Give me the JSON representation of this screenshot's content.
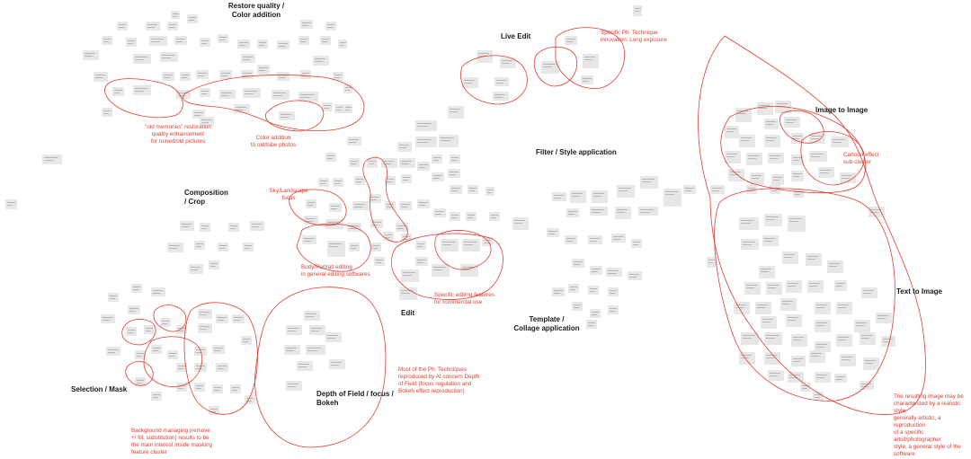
{
  "palette": {
    "note": "#e7e7e7",
    "annotation": "#e63b2e",
    "label": "#1a1a1a",
    "background": "#ffffff"
  },
  "clusters": {
    "restore_quality": "Restore quality /\nColor addition",
    "live_edit": "Live Edit",
    "image_to_image": "Image to Image",
    "filter_style": "Filter / Style application",
    "composition_crop": "Composition\n/ Crop",
    "edit": "Edit",
    "template_collage": "Template /\nCollage application",
    "text_to_image": "Text to Image",
    "selection_mask": "Selection / Mask",
    "depth_of_field": "Depth of Field / focus /\nBokeh"
  },
  "annotations": {
    "long_exposure": "Specific Ph. Technique\ninnovation: Long exposure",
    "old_memories": "\"old memories\" restoration\nquality enhancement\nfor ruined/old pictures",
    "color_addition": "Color addition\nto old/b&w photos",
    "cartoon_effect": "Cartoon effect\nsub-cluster",
    "sky_landscape": "Sky/Landscape\nfocus",
    "body_portrait": "Body/Portrait editing\nin general editing softwares",
    "commercial_use": "Specific editing features\nfor commercial use",
    "ph_techniques": "Most of the Ph. Techniques\nreproduced by AI concern Depth\nof Field (focus regulation and\nBokeh effect reproduction)",
    "background_managing": "Background managing (remove\n+/ fill, substitution) results to be\nthe main interest inside masking\nfeature cluster",
    "resulting_image": "The resulting image may be\ncharacterized by a realistic style,\ngenerally artistic, a reproduction\nof a specific artist/photographer\nstyle, a general style of the\nsoftware"
  }
}
